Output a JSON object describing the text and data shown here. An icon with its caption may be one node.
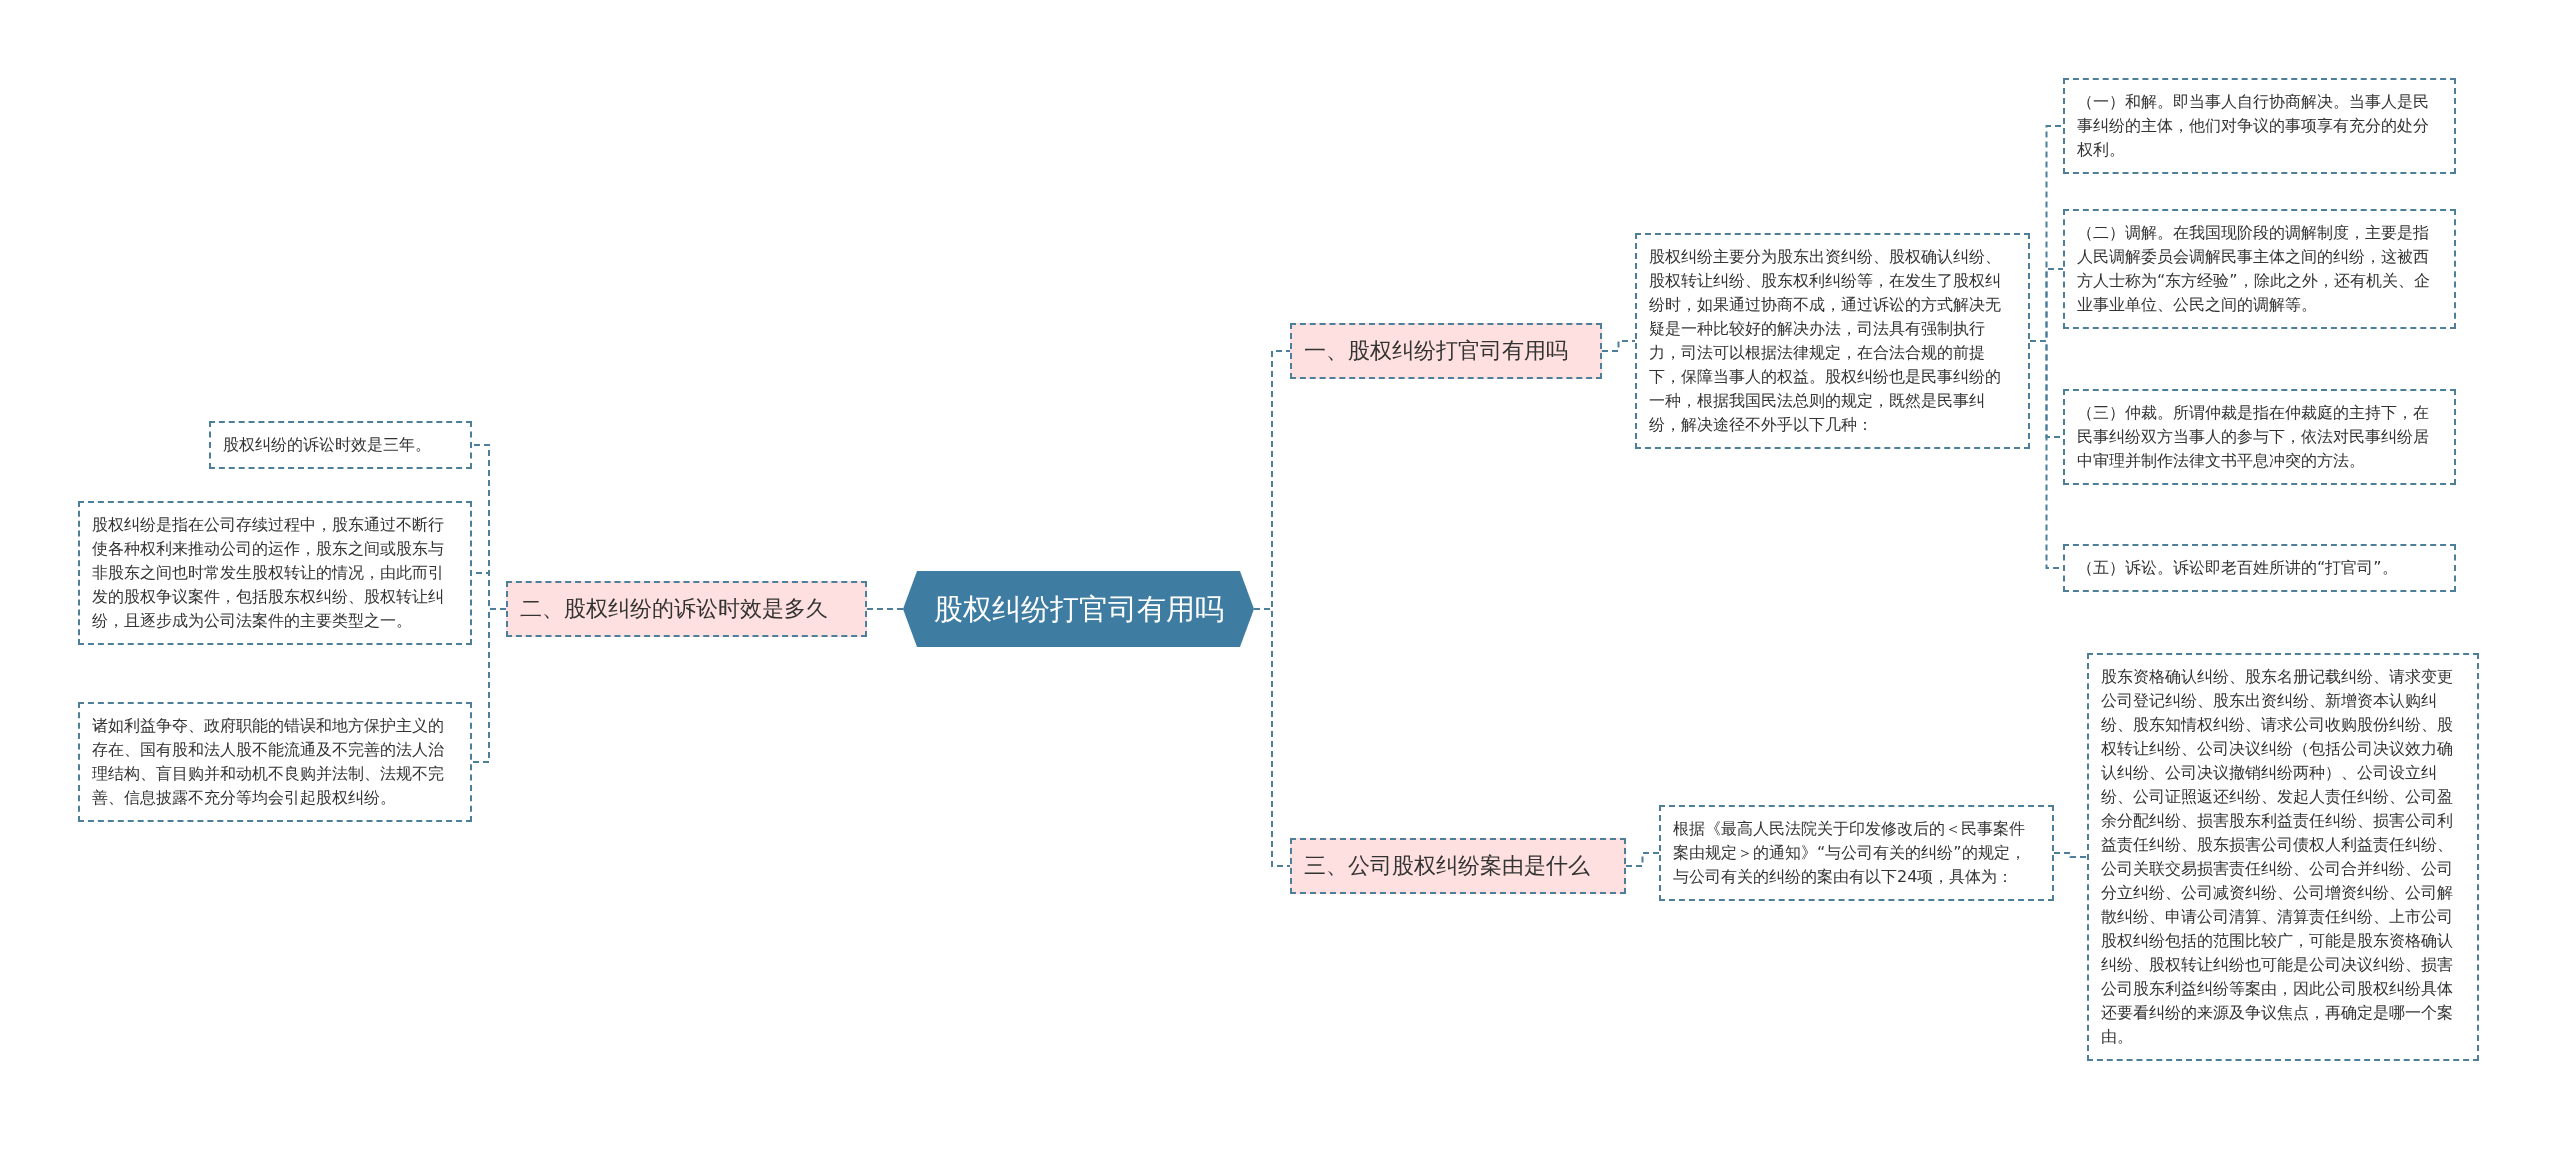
{
  "diagram": {
    "nodes": [
      {
        "text": [
          "股权纠纷打官司有用吗"
        ]
      },
      {
        "text": [
          "一、股权纠纷打官司有用吗"
        ]
      },
      {
        "text": [
          "股权纠纷主要分为股东出资纠纷、股权确认纠纷、股权转让纠纷、股东权利纠纷等，在发生了股权纠纷时，如果通过协商不成，通过诉讼的方式解决无疑是一种比较好的解决办法，司法具有强制执行力，司法可以根据法律规定，在合法合规的前提下，保障当事人的权益。股权纠纷也是民事纠纷的一种，根据我国民法总则的规定，既然是民事纠纷，解决途径不外乎以下几种："
        ]
      },
      {
        "text": [
          "（一）和解。即当事人自行协商解决。当事人是民事纠纷的主体，他们对争议的事项享有充分的处分权利。"
        ]
      },
      {
        "text": [
          "（二）调解。在我国现阶段的调解制度，主要是指人民调解委员会调解民事主体之间的纠纷，这被西方人士称为“东方经验”，除此之外，还有机关、企业事业单位、公民之间的调解等。"
        ]
      },
      {
        "text": [
          "（三）仲裁。所谓仲裁是指在仲裁庭的主持下，在民事纠纷双方当事人的参与下，依法对民事纠纷居中审理并制作法律文书平息冲突的方法。"
        ]
      },
      {
        "text": [
          "（五）诉讼。诉讼即老百姓所讲的“打官司”。"
        ]
      },
      {
        "text": [
          "二、股权纠纷的诉讼时效是多久"
        ]
      },
      {
        "text": [
          "股权纠纷的诉讼时效是三年。"
        ]
      },
      {
        "text": [
          "股权纠纷是指在公司存续过程中，股东通过不断行使各种权利来推动公司的运作，股东之间或股东与非股东之间也时常发生股权转让的情况，由此而引发的股权争议案件，包括股东权纠纷、股权转让纠纷，且逐步成为公司法案件的主要类型之一。"
        ]
      },
      {
        "text": [
          "诸如利益争夺、政府职能的错误和地方保护主义的存在、国有股和法人股不能流通及不完善的法人治理结构、盲目购并和动机不良购并法制、法规不完善、信息披露不充分等均会引起股权纠纷。"
        ]
      },
      {
        "text": [
          "三、公司股权纠纷案由是什么"
        ]
      },
      {
        "text": [
          "根据《最高人民法院关于印发修改后的＜民事案件案由规定＞的通知》“与公司有关的纠纷”的规定，与公司有关的纠纷的案由有以下24项，具体为："
        ]
      },
      {
        "text": [
          "股东资格确认纠纷、股东名册记载纠纷、请求变更公司登记纠纷、股东出资纠纷、新增资本认购纠纷、股东知情权纠纷、请求公司收购股份纠纷、股权转让纠纷、公司决议纠纷（包括公司决议效力确认纠纷、公司决议撤销纠纷两种）、公司设立纠纷、公司证照返还纠纷、发起人责任纠纷、公司盈余分配纠纷、损害股东利益责任纠纷、损害公司利益责任纠纷、股东损害公司债权人利益责任纠纷、公司关联交易损害责任纠纷、公司合并纠纷、公司分立纠纷、公司减资纠纷、公司增资纠纷、公司解散纠纷、申请公司清算、清算责任纠纷、上市公司股权纠纷包括的范围比较广，可能是股东资格确认纠纷、股权转让纠纷也可能是公司决议纠纷、损害公司股东利益纠纷等案由，因此公司股权纠纷具体还要看纠纷的来源及争议焦点，再确定是哪一个案由。"
        ]
      }
    ],
    "edges": [
      {
        "from": 0,
        "to": 1,
        "arrow": "none"
      },
      {
        "from": 1,
        "to": 2,
        "arrow": "none"
      },
      {
        "from": 2,
        "to": 3,
        "arrow": "none"
      },
      {
        "from": 2,
        "to": 4,
        "arrow": "none"
      },
      {
        "from": 2,
        "to": 5,
        "arrow": "none"
      },
      {
        "from": 2,
        "to": 6,
        "arrow": "none"
      },
      {
        "from": 0,
        "to": 7,
        "arrow": "none"
      },
      {
        "from": 7,
        "to": 8,
        "arrow": "none"
      },
      {
        "from": 7,
        "to": 9,
        "arrow": "none"
      },
      {
        "from": 7,
        "to": 10,
        "arrow": "none"
      },
      {
        "from": 0,
        "to": 11,
        "arrow": "none"
      },
      {
        "from": 11,
        "to": 12,
        "arrow": "none"
      },
      {
        "from": 12,
        "to": 13,
        "arrow": "none"
      }
    ]
  }
}
